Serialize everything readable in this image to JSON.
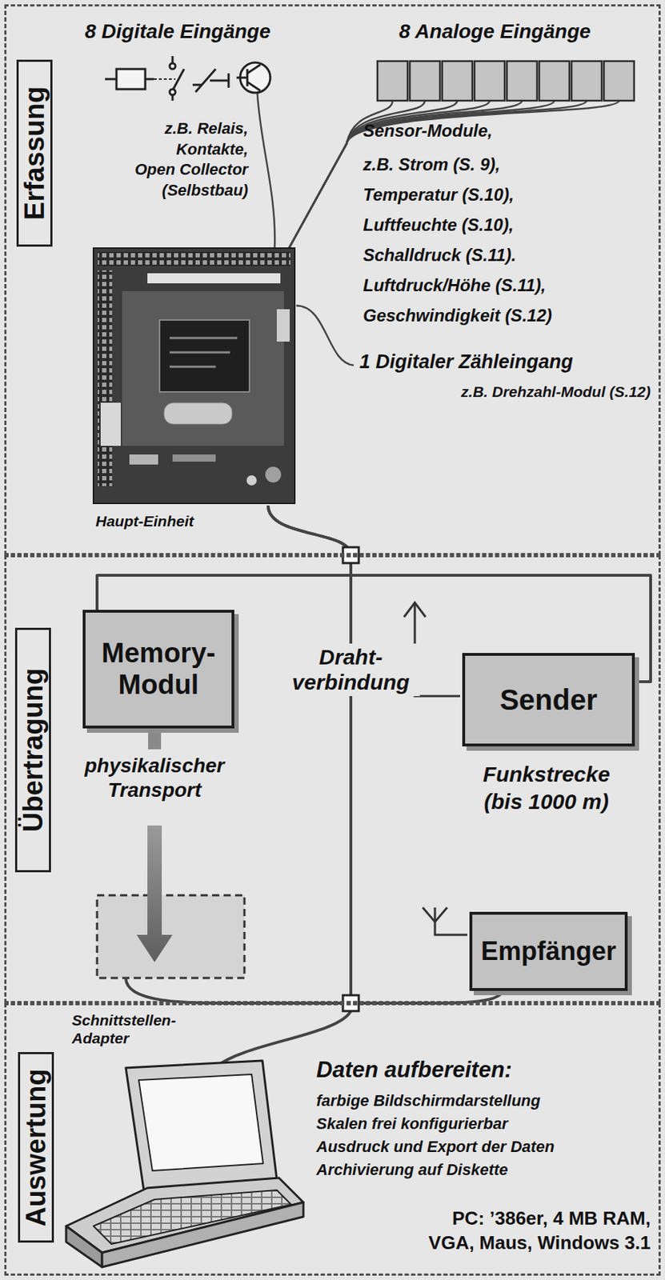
{
  "diagram": {
    "nodes": [
      {
        "text": [
          "Erfassung"
        ]
      },
      {
        "text": [
          "Haupt-Einheit"
        ],
        "in": 0
      },
      {
        "text": [
          "Übertragung"
        ]
      },
      {
        "text": [
          "Memory- Modul"
        ],
        "in": 2
      },
      {
        "text": [
          "Sender"
        ],
        "in": 2
      },
      {
        "text": [
          "Empfänger"
        ],
        "in": 2
      },
      {
        "text": [
          "Auswertung"
        ]
      }
    ],
    "edges": [
      {
        "from": 1,
        "to": 3,
        "arrow": "none"
      },
      {
        "from": 1,
        "to": 4,
        "arrow": "none"
      }
    ],
    "labels": [
      "8 Digitale Eingänge",
      "8 Analoge Eingänge",
      "z.B. Relais, Kontakte, Open Collector (Selbstbau)",
      "Sensor-Module,",
      "z.B. Strom (S. 9), Temperatur (S.10), Luftfeuchte (S.10), Schalldruck (S.11). Luftdruck/Höhe (S.11), Geschwindigkeit (S.12)",
      "1 Digitaler Zähleingang",
      "z.B. Drehzahl-Modul (S.12)",
      "Draht- verbindung",
      "physikalischer Transport",
      "Funkstrecke (bis 1000 m)",
      "Schnittstellen- Adapter",
      "Daten aufbereiten:",
      "farbige Bildschirmdarstellung",
      "Skalen frei konfigurierbar",
      "Ausdruck und Export der Daten",
      "Archivierung auf Diskette",
      "PC: ’386er, 4 MB RAM, VGA, Maus, Windows 3.1"
    ]
  }
}
